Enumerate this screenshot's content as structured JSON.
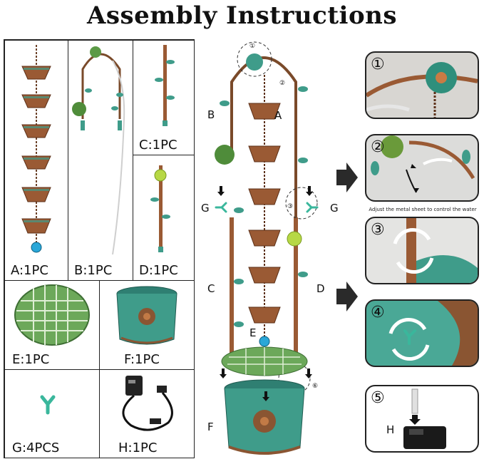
{
  "title": "Assembly Instructions",
  "parts": [
    {
      "label": "A:1PC"
    },
    {
      "label": "B:1PC"
    },
    {
      "label": "C:1PC"
    },
    {
      "label": "D:1PC"
    },
    {
      "label": "E:1PC"
    },
    {
      "label": "F:1PC"
    },
    {
      "label": "G:4PCS"
    },
    {
      "label": "H:1PC"
    }
  ],
  "diagram_letters": {
    "a": "A",
    "b": "B",
    "c": "C",
    "d": "D",
    "e": "E",
    "f": "F",
    "g_left": "G",
    "g_right": "G"
  },
  "callouts": {
    "c1": "①",
    "c2": "②",
    "c3": "③",
    "c6": "⑥"
  },
  "steps": [
    {
      "num": "①"
    },
    {
      "num": "②"
    },
    {
      "num": "③"
    },
    {
      "num": "④"
    },
    {
      "num": "⑤",
      "letter": "H"
    }
  ],
  "step2_caption": "Adjust the metal sheet to control the water",
  "colors": {
    "copper": "#9a5a34",
    "teal": "#3f9c8a",
    "green_leaf": "#4f8c3a",
    "dark": "#1a1a1a"
  }
}
